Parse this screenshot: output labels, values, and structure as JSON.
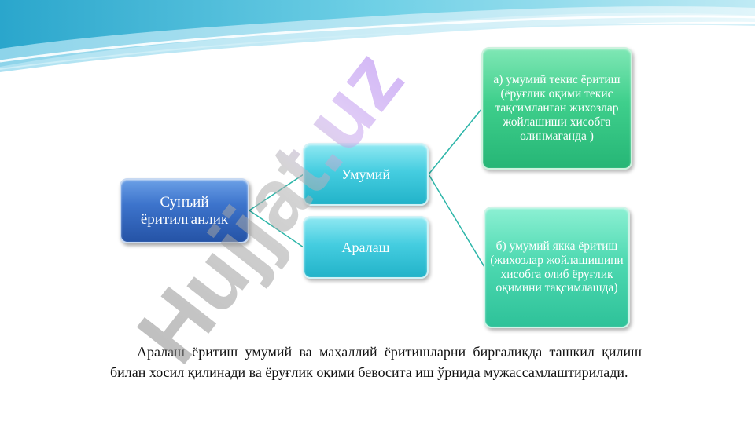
{
  "diagram": {
    "root": {
      "label": "Сунъий ёритилганлик"
    },
    "branches": [
      {
        "label": "Умумий"
      },
      {
        "label": "Аралаш"
      }
    ],
    "leaves": [
      {
        "label": "а) умумий текис ёритиш (ёруғлик оқими текис тақсимланган жихозлар жойлашиши хисобга олинмаганда )"
      },
      {
        "label": "б) умумий якка ёритиш (жихозлар жойлашишини ҳисобга олиб ёруғлик оқимини тақсимлашда)"
      }
    ]
  },
  "body_text": "Аралаш ёритиш умумий ва маҳаллий ёритишларни биргаликда ташкил қилиш билан хосил қилинади ва ёруғлик оқими бевосита иш ўрнида мужассамлаштирилади.",
  "watermark": {
    "text": "Hujjat.uz"
  },
  "colors": {
    "root_fill": "#2f63b8",
    "branch_fill": "#3cc6dc",
    "leaf_a_fill": "#36c784",
    "leaf_b_fill": "#43d1aa",
    "connector": "#2bb5a8",
    "header_wave": "#5cc3dd"
  }
}
